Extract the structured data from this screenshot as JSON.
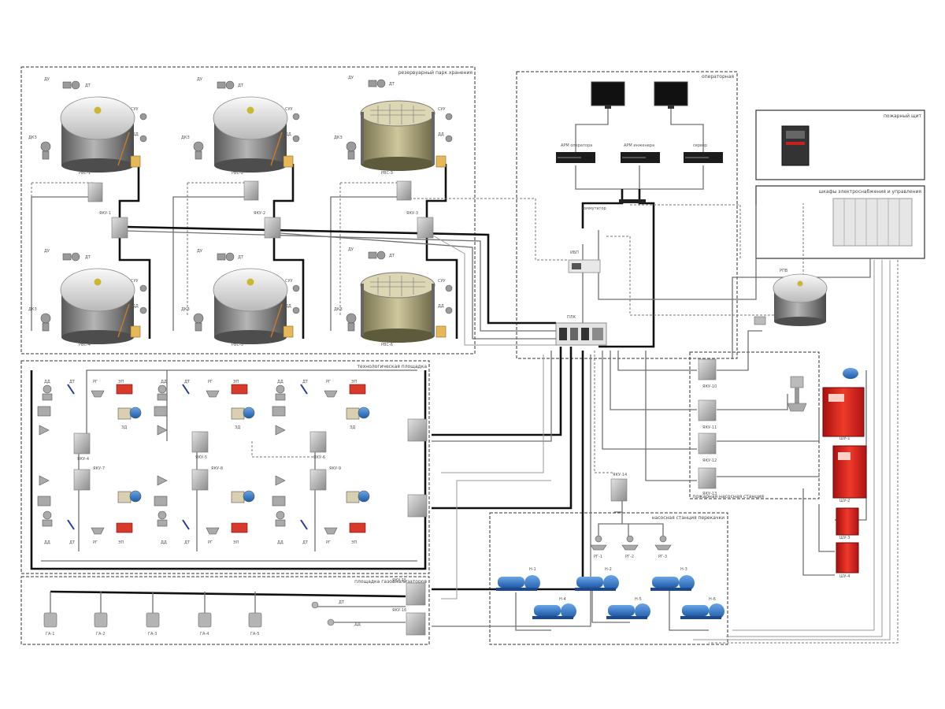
{
  "regions": {
    "tank_farm": {
      "title": "резервуарный парк хранения"
    },
    "operator_room": {
      "title": "операторная"
    },
    "fire_panel_room": {
      "title": "пожарный щит"
    },
    "electrical_room": {
      "title": "шкафы электроснабжения и управления"
    },
    "process_area": {
      "title": "технологическая площадка"
    },
    "fire_pump_station": {
      "title": "пожарная насосная станция"
    },
    "pump_station": {
      "title": "насосная станция перекачки"
    },
    "ground_area": {
      "title": "площадка газоанализаторов"
    }
  },
  "tanks": [
    {
      "label": "РВС-1"
    },
    {
      "label": "РВС-2"
    },
    {
      "label": "РВС-3"
    },
    {
      "label": "РВС-4"
    },
    {
      "label": "РВС-5"
    },
    {
      "label": "РВС-6"
    }
  ],
  "tank_sensor_labels": [
    "ДУ",
    "ДТ",
    "СУУ",
    "ДД",
    "ДКЗ"
  ],
  "tank_junctions": [
    "ЯКУ-1",
    "ЯКУ-2",
    "ЯКУ-3"
  ],
  "operator": {
    "workstations": [
      "АРМ оператора",
      "АРМ инженера",
      "сервер"
    ],
    "switch_label": "коммутатор",
    "ups_label": "ИБП",
    "controller_label": "ПЛК"
  },
  "process": {
    "instrument_labels": [
      "ДД",
      "ДТ",
      "РГ",
      "ЭП",
      "ЗД"
    ],
    "junctions": [
      "ЯКУ-4",
      "ЯКУ-5",
      "ЯКУ-6",
      "ЯКУ-7",
      "ЯКУ-8",
      "ЯКУ-9"
    ]
  },
  "fire": {
    "tank_label": "РПВ",
    "panel_labels": [
      "ШУ-1",
      "ШУ-2",
      "ШУ-3",
      "ШУ-4"
    ],
    "junctions": [
      "ЯКУ-10",
      "ЯКУ-11",
      "ЯКУ-12",
      "ЯКУ-13"
    ]
  },
  "pumps": {
    "junction_label": "ЯКУ-14",
    "flow_meters": [
      "РГ-1",
      "РГ-2",
      "РГ-3"
    ],
    "pump_labels": [
      "Н-1",
      "Н-2",
      "Н-3",
      "Н-4",
      "Н-5",
      "Н-6"
    ]
  },
  "ground": {
    "detectors": [
      "ГА-1",
      "ГА-2",
      "ГА-3",
      "ГА-4",
      "ГА-5"
    ],
    "sensor_labels": [
      "ДТ",
      "ДД"
    ],
    "junctions": [
      "ЯКУ-15",
      "ЯКУ-16"
    ]
  }
}
